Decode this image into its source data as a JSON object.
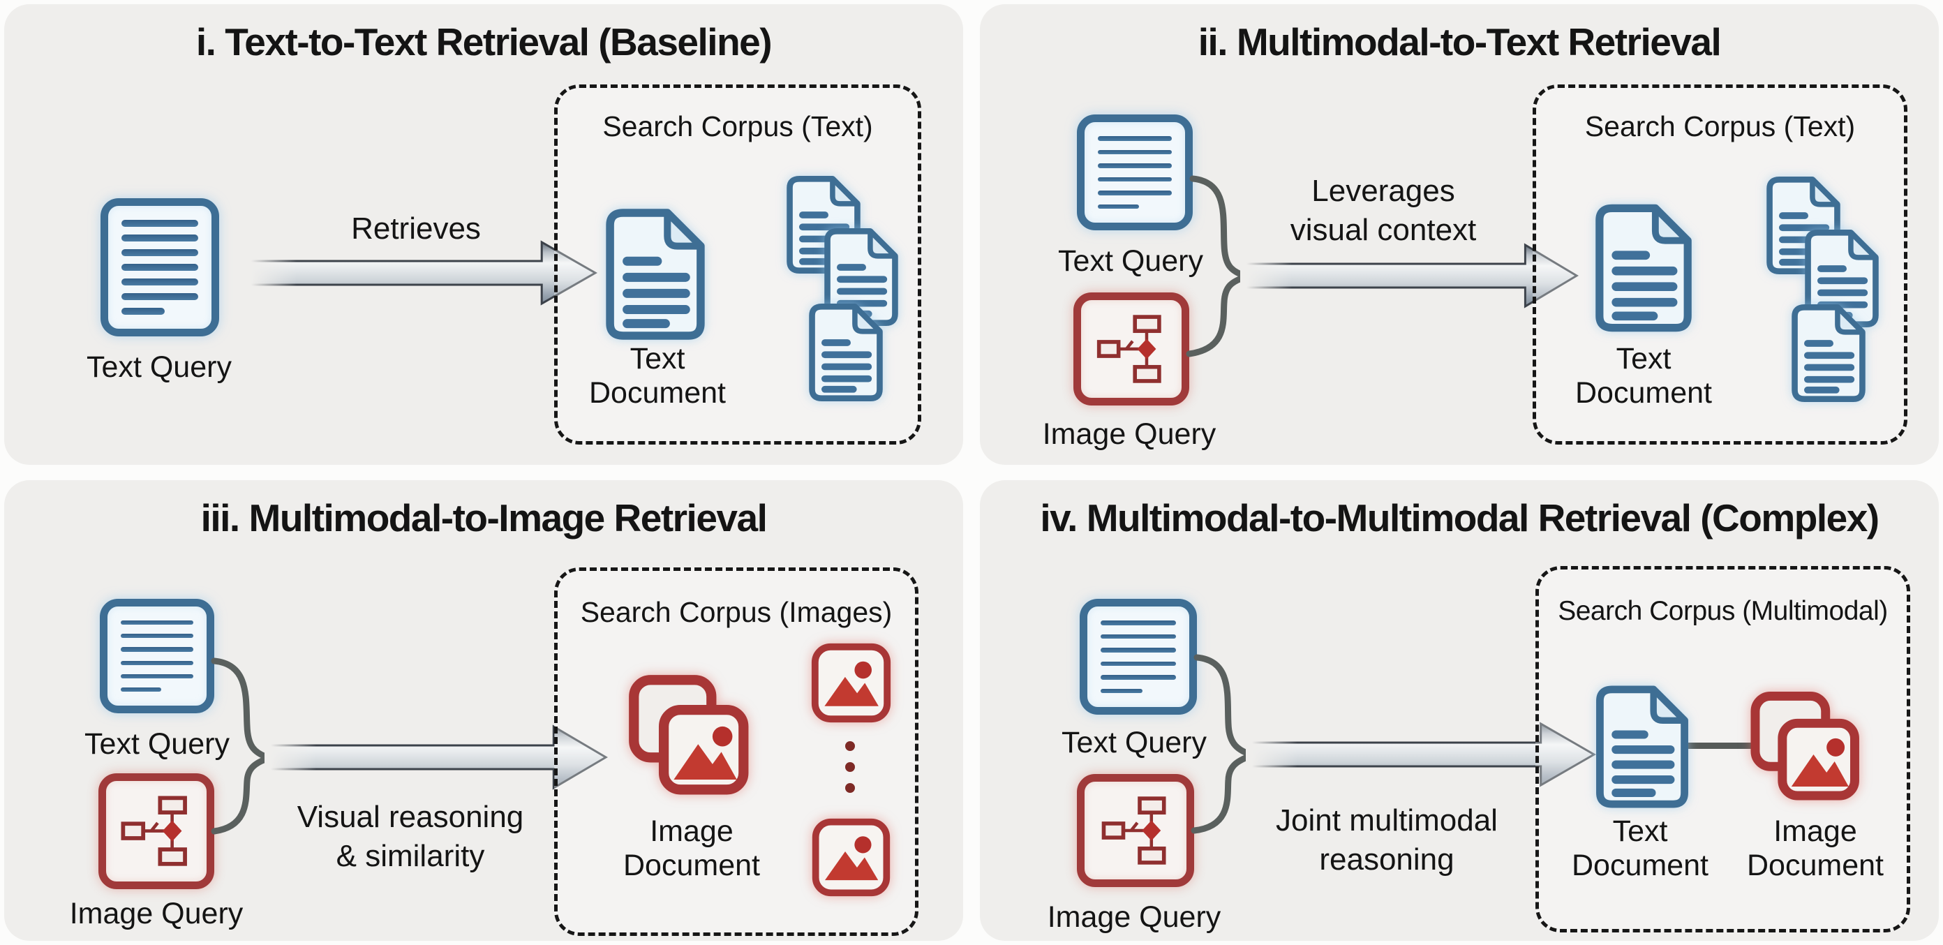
{
  "colors": {
    "page_bg": "#fcfcfb",
    "panel_bg": "#efeeec",
    "doc_blue_stroke": "#3e6e94",
    "doc_blue_line": "#40719a",
    "doc_blue_fill": "#eef6fa",
    "query_red_stroke": "#a03a3a",
    "image_red_fill": "#c23a30",
    "diamond_red": "#b5302c",
    "arrow_gray": "#8d98a6",
    "arrow_outline": "#3c424a",
    "brace_gray": "#5a605e",
    "dashed_border": "#161616",
    "text_color": "#141414"
  },
  "panels": [
    {
      "title": "i. Text-to-Text Retrieval (Baseline)",
      "text_query_label": "Text Query",
      "arrow_label_line1": "Retrieves",
      "corpus_title": "Search Corpus (Text)",
      "result_label_line1": "Text",
      "result_label_line2": "Document"
    },
    {
      "title": "ii. Multimodal-to-Text Retrieval",
      "text_query_label": "Text Query",
      "image_query_label": "Image Query",
      "arrow_label_line1": "Leverages",
      "arrow_label_line2": "visual context",
      "corpus_title": "Search Corpus (Text)",
      "result_label_line1": "Text",
      "result_label_line2": "Document"
    },
    {
      "title": "iii. Multimodal-to-Image Retrieval",
      "text_query_label": "Text Query",
      "image_query_label": "Image Query",
      "arrow_label_line1": "Visual reasoning",
      "arrow_label_line2": "& similarity",
      "corpus_title": "Search Corpus (Images)",
      "result_label_line1": "Image",
      "result_label_line2": "Document"
    },
    {
      "title": "iv. Multimodal-to-Multimodal Retrieval (Complex)",
      "text_query_label": "Text Query",
      "image_query_label": "Image Query",
      "arrow_label_line1": "Joint multimodal",
      "arrow_label_line2": "reasoning",
      "corpus_title": "Search Corpus (Multimodal)",
      "text_result_label_line1": "Text",
      "text_result_label_line2": "Document",
      "image_result_label_line1": "Image",
      "image_result_label_line2": "Document"
    }
  ]
}
